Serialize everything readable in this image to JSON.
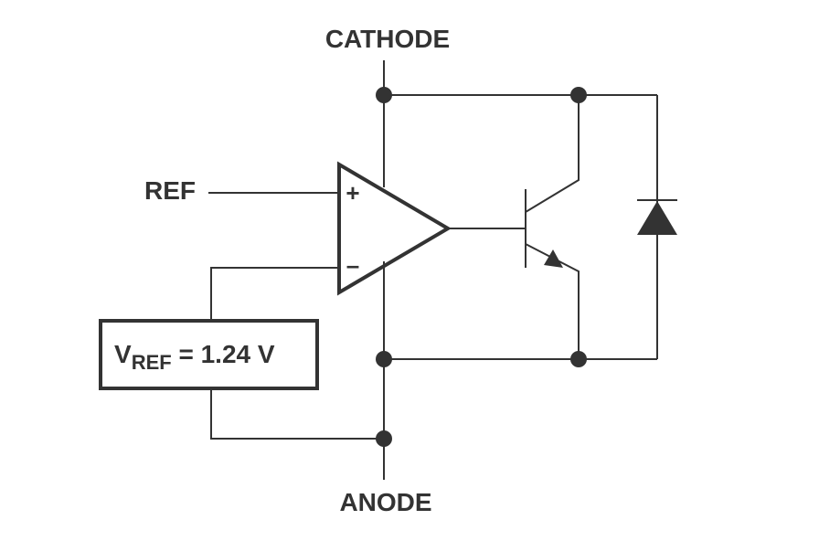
{
  "labels": {
    "cathode": "CATHODE",
    "anode": "ANODE",
    "ref": "REF",
    "plus": "+",
    "minus": "–",
    "vref_main": "V",
    "vref_sub": "REF",
    "vref_value": " = 1.24 V"
  },
  "colors": {
    "ink": "#333333",
    "background": "#ffffff"
  }
}
